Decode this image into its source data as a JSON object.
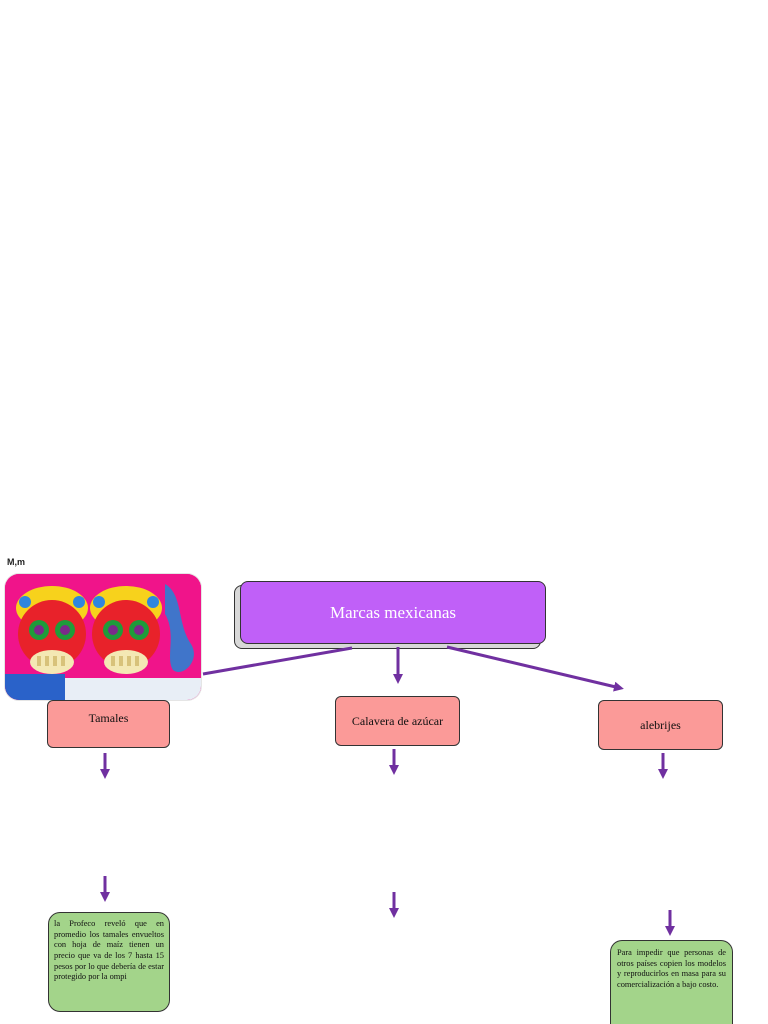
{
  "corner_label": "M,m",
  "photo": {
    "icon": "sugar-skulls-photo"
  },
  "title": "Marcas mexicanas",
  "nodes": {
    "tamales": "Tamales",
    "calavera": "Calavera de azúcar",
    "alebrijes": "alebrijes"
  },
  "notes": {
    "tamales": "la Profeco reveló que en promedio los tamales envueltos con hoja de maíz tienen un precio que va de los 7 hasta 15 pesos por lo que debería de estar protegido por la ompi",
    "alebrijes": "Para impedir que personas de otros países copien los modelos y reproducirlos en masa para su comercialización a bajo costo."
  },
  "colors": {
    "arrow": "#7030a0",
    "title_fill": "#c060f8",
    "node_fill": "#fb9a98",
    "note_fill": "#a3d48a"
  }
}
